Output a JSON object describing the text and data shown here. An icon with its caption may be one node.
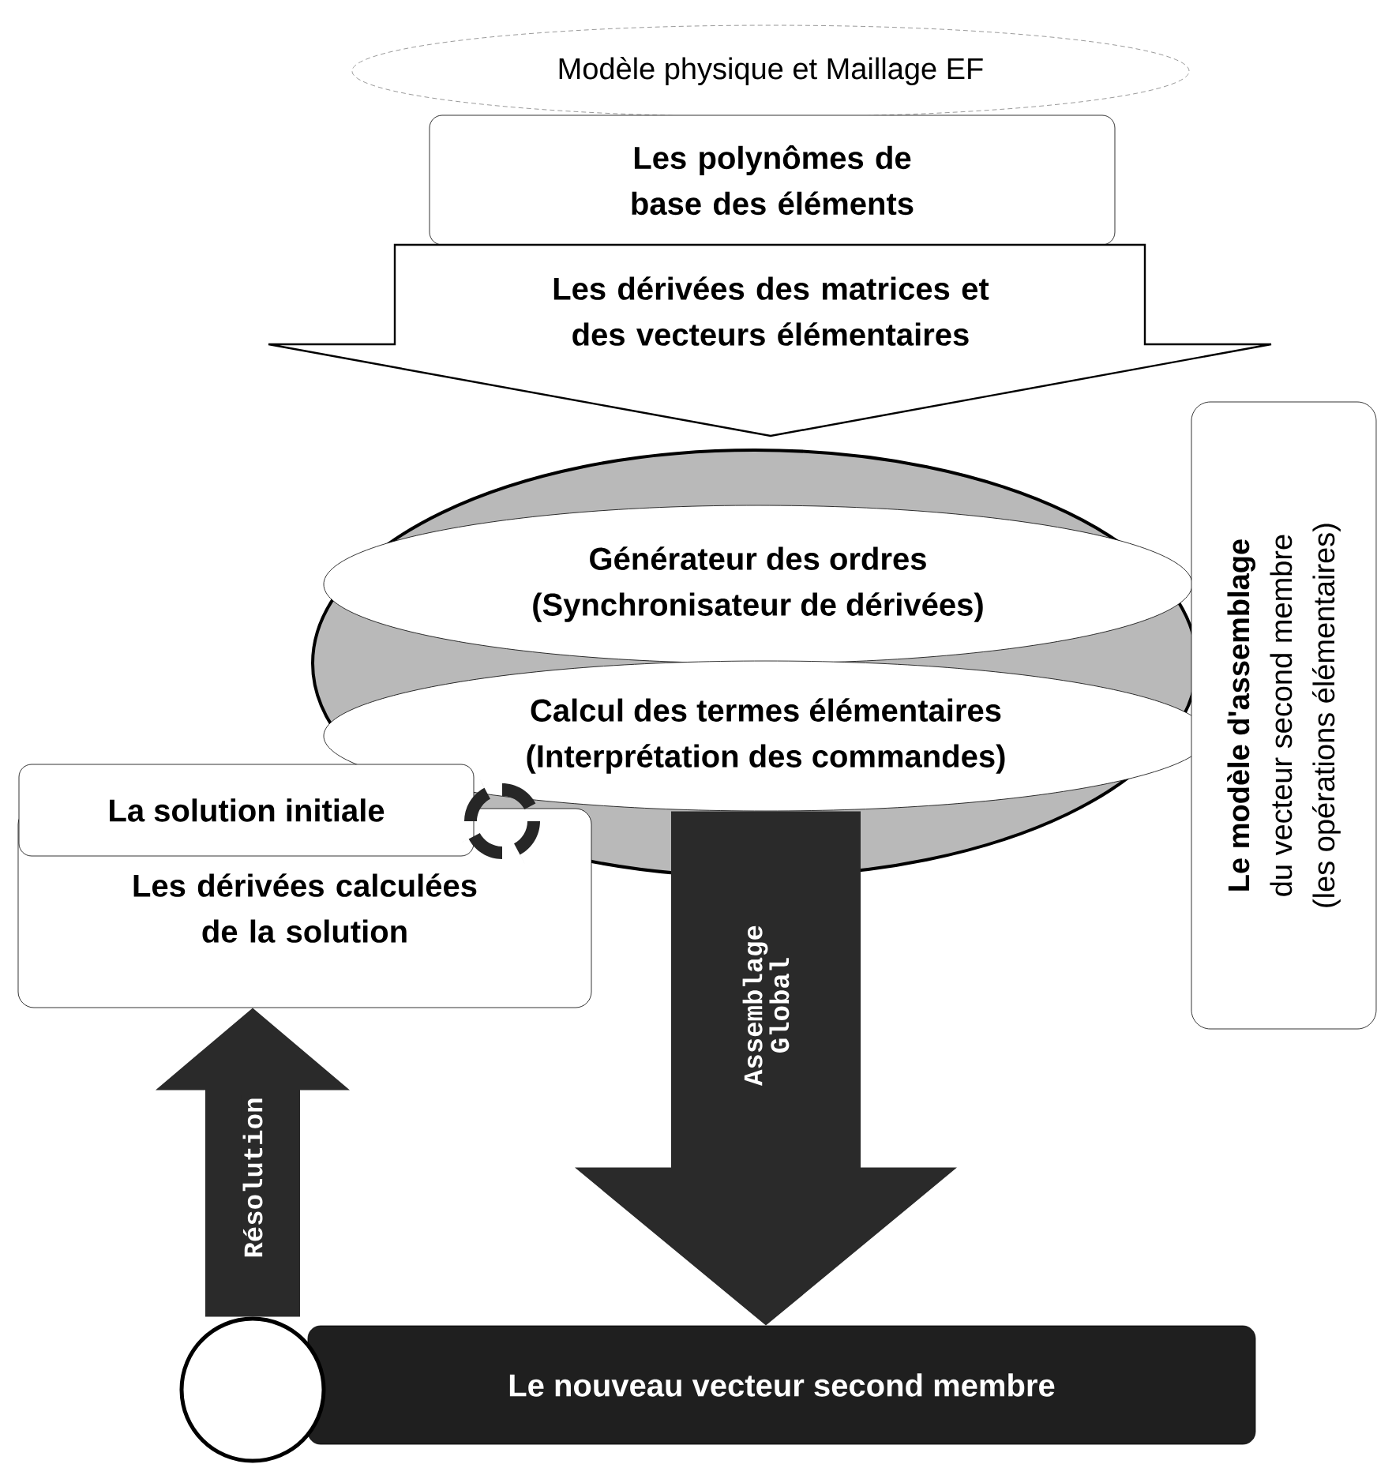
{
  "diagram": {
    "nodes": [
      {
        "text": [
          "Modèle physique et Maillage EF"
        ]
      },
      {
        "text": [
          "Les polynômes de base des éléments"
        ]
      },
      {
        "text": [
          "Les dérivées des matrices et des vecteurs élémentaires"
        ]
      },
      {
        "text": [
          "Générateur des ordres",
          "(Synchronisateur de dérivées)"
        ]
      },
      {
        "text": [
          "Calcul des termes élémentaires",
          "(Interprétation des commandes)"
        ]
      },
      {
        "text": [
          "La  solution initiale"
        ]
      },
      {
        "text": [
          "Les dérivées calculées de la solution"
        ]
      },
      {
        "text": [
          "Le modèle d'assemblage",
          "du vecteur second membre",
          "(les opérations élémentaires)"
        ]
      },
      {
        "text": [],
        "shape": "circle"
      },
      {
        "text": [
          "Le  nouveau vecteur second membre"
        ]
      }
    ],
    "edges": [
      {
        "from": 4,
        "to": 9,
        "arrow": "to",
        "label": "Assemblage Global",
        "style": "thick"
      },
      {
        "from": 8,
        "to": 6,
        "arrow": "to",
        "label": "Résolution",
        "style": "thick"
      }
    ]
  }
}
